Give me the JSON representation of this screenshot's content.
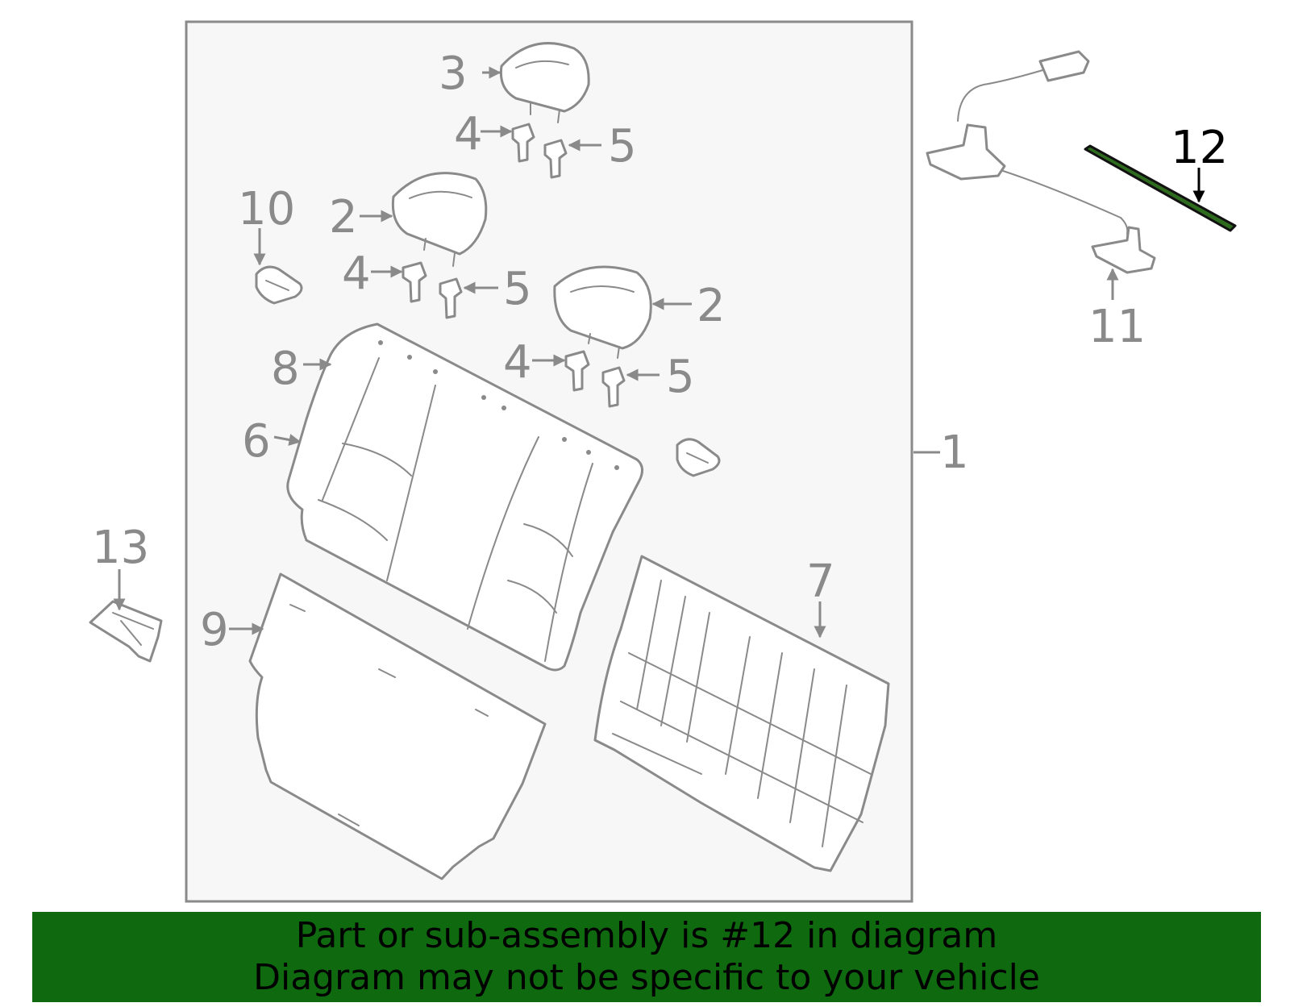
{
  "callouts": {
    "c1": "1",
    "c2a": "2",
    "c2b": "2",
    "c3": "3",
    "c4a": "4",
    "c4b": "4",
    "c4c": "4",
    "c5a": "5",
    "c5b": "5",
    "c5c": "5",
    "c6": "6",
    "c7": "7",
    "c8": "8",
    "c9": "9",
    "c10": "10",
    "c11": "11",
    "c12": "12",
    "c13": "13"
  },
  "highlighted_part": "12",
  "colors": {
    "line_gray": "#8a8a8a",
    "box_fill": "#f7f7f7",
    "highlight_green": "#2e6b1e",
    "banner_green": "#0f6a0f"
  },
  "banner": {
    "line1": "Part or sub-assembly is #12 in diagram",
    "line2": "Diagram may not be specific to your vehicle"
  }
}
